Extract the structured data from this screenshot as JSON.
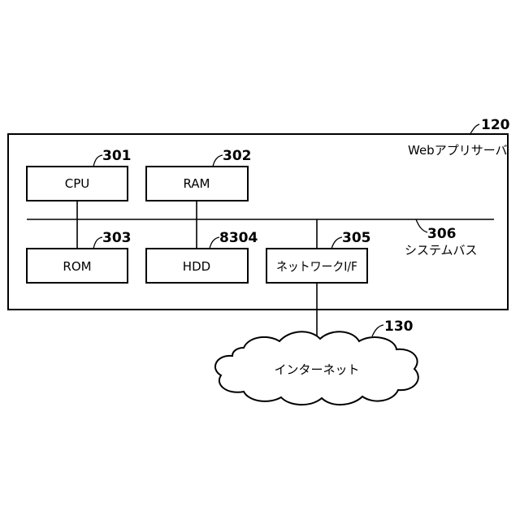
{
  "server": {
    "label": "Webアプリサーバ",
    "ref": "120"
  },
  "components": {
    "cpu": {
      "label": "CPU",
      "ref": "301"
    },
    "ram": {
      "label": "RAM",
      "ref": "302"
    },
    "rom": {
      "label": "ROM",
      "ref": "303"
    },
    "hdd": {
      "label": "HDD",
      "ref": "8304"
    },
    "network_if": {
      "label": "ネットワークI/F",
      "ref": "305"
    }
  },
  "system_bus": {
    "label": "システムバス",
    "ref": "306"
  },
  "internet": {
    "label": "インターネット",
    "ref": "130"
  }
}
